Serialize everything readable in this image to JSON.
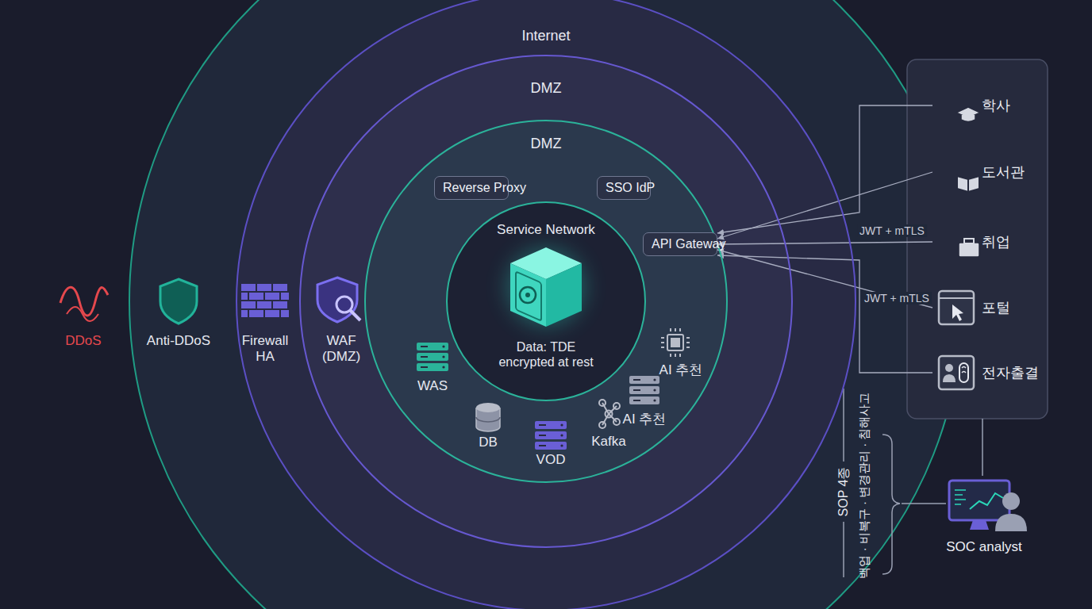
{
  "diagram": {
    "nodes": [
      {
        "text": [
          "Internet"
        ]
      },
      {
        "text": [
          "DMZ"
        ],
        "in": 0
      },
      {
        "text": [
          "DMZ"
        ],
        "in": 1
      },
      {
        "text": [
          "Reverse Proxy"
        ],
        "in": 2
      },
      {
        "text": [
          "SSO IdP"
        ],
        "in": 2
      },
      {
        "text": [
          "Service Network"
        ],
        "in": 2
      },
      {
        "text": [
          "API Gateway"
        ],
        "in": 2
      },
      {
        "text": [
          "학사"
        ]
      },
      {
        "text": [
          "도서관"
        ]
      },
      {
        "text": [
          "취업"
        ]
      },
      {
        "text": [
          "포털"
        ]
      },
      {
        "text": [
          "전자출결"
        ]
      },
      {
        "text": [
          "SOC analyst"
        ]
      }
    ],
    "edges": [
      {
        "from": 7,
        "to": 6,
        "arrow": "to"
      },
      {
        "from": 8,
        "to": 6,
        "arrow": "to"
      },
      {
        "from": 9,
        "to": 6,
        "label": "JWT + mTLS",
        "arrow": "to"
      },
      {
        "from": 10,
        "to": 6,
        "label": "JWT + mTLS",
        "arrow": "to"
      },
      {
        "from": 11,
        "to": 6,
        "arrow": "to"
      }
    ],
    "labels": [
      "DDoS",
      "Anti-DDoS",
      "Firewall HA",
      "WAF (DMZ)",
      "Data: TDE encrypted at rest",
      "WAS",
      "DB",
      "VOD",
      "Kafka",
      "AI 추천",
      "AI 추천",
      "SOP 4종",
      "백업 · 비복구 · 변경관리 · 침해사고"
    ]
  }
}
